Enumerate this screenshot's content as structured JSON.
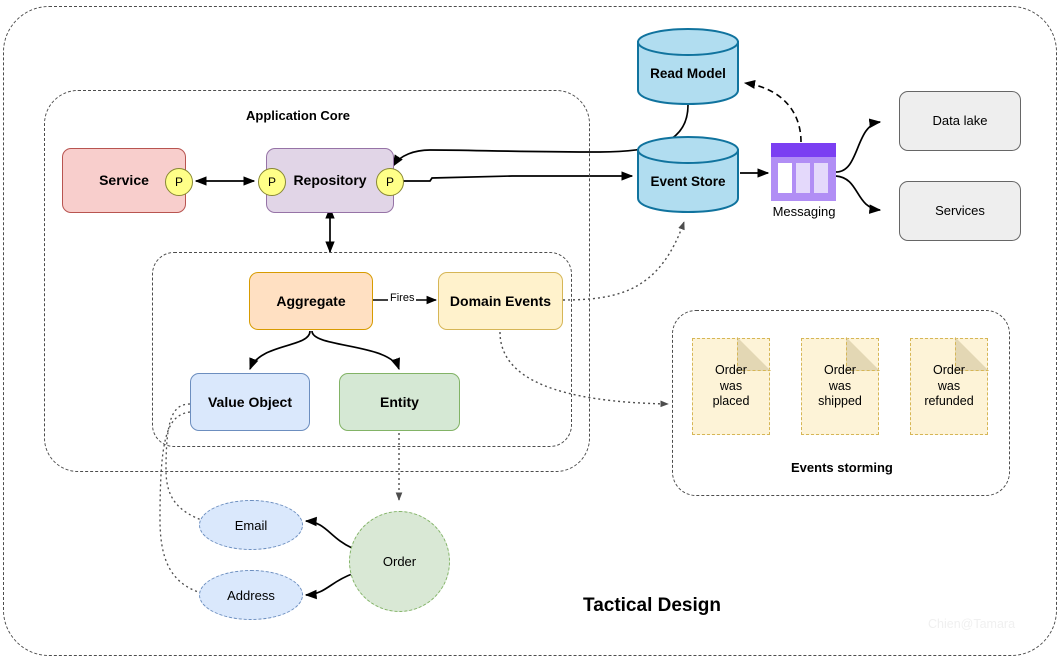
{
  "diagram": {
    "title": "Tactical Design",
    "watermark": "Chien@Tamara",
    "groups": {
      "outer_label": "",
      "application_core": "Application  Core",
      "events_storming": "Events storming"
    },
    "nodes": {
      "service": "Service",
      "repository": "Repository",
      "aggregate": "Aggregate",
      "domain_events": "Domain Events",
      "value_object": "Value Object",
      "entity": "Entity",
      "email": "Email",
      "address": "Address",
      "order": "Order",
      "read_model": "Read Model",
      "event_store": "Event Store",
      "messaging": "Messaging",
      "data_lake": "Data lake",
      "services": "Services"
    },
    "ports": {
      "service_right": "P",
      "repository_left": "P",
      "repository_right": "P"
    },
    "edge_labels": {
      "fires": "Fires"
    },
    "sticky_notes": [
      {
        "line1": "Order",
        "line2": "was",
        "line3": "placed"
      },
      {
        "line1": "Order",
        "line2": "was",
        "line3": "shipped"
      },
      {
        "line1": "Order",
        "line2": "was",
        "line3": "refunded"
      }
    ],
    "colors": {
      "service_fill": "#f8cecc",
      "service_stroke": "#b85450",
      "repository_fill": "#e1d5e7",
      "repository_stroke": "#9673a6",
      "aggregate_fill": "#ffe0c2",
      "aggregate_stroke": "#d79b00",
      "domain_events_fill": "#fff2cc",
      "domain_events_stroke": "#d6b656",
      "value_object_fill": "#dae8fc",
      "value_object_stroke": "#6c8ebf",
      "entity_fill": "#d5e8d4",
      "entity_stroke": "#82b366",
      "cylinder_fill": "#b1ddf0",
      "cylinder_stroke": "#10739e",
      "port_fill": "#ffff88",
      "port_stroke": "#888833",
      "messaging_header": "#7b3ff2",
      "messaging_body": "#b18ef5",
      "plainbox_fill": "#eeeeee",
      "plainbox_stroke": "#666666",
      "sticky_fill": "#fdf3d7",
      "sticky_stroke": "#d6b656"
    }
  }
}
